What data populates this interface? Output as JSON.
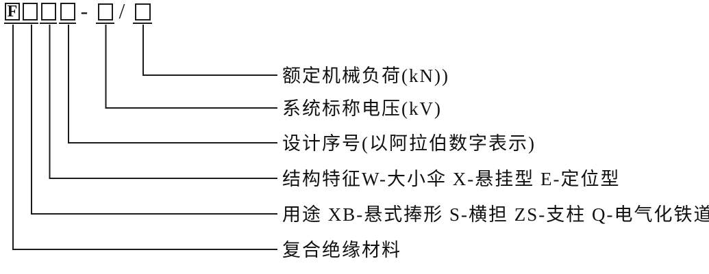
{
  "diagram": {
    "code": {
      "prefix": "F",
      "dash": "-",
      "slash": "/"
    },
    "labels": [
      {
        "text": "额定机械负荷(kN))"
      },
      {
        "text": "系统标称电压(kV)"
      },
      {
        "text": "设计序号(以阿拉伯数字表示)"
      },
      {
        "text": "结构特征W-大小伞 X-悬挂型 E-定位型"
      },
      {
        "text": "用途 XB-悬式捧形 S-横担 ZS-支柱 Q-电气化铁道"
      },
      {
        "text": "复合绝缘材料"
      }
    ],
    "colors": {
      "line": "#1a1a1a",
      "text": "#111111",
      "background": "#ffffff"
    }
  }
}
